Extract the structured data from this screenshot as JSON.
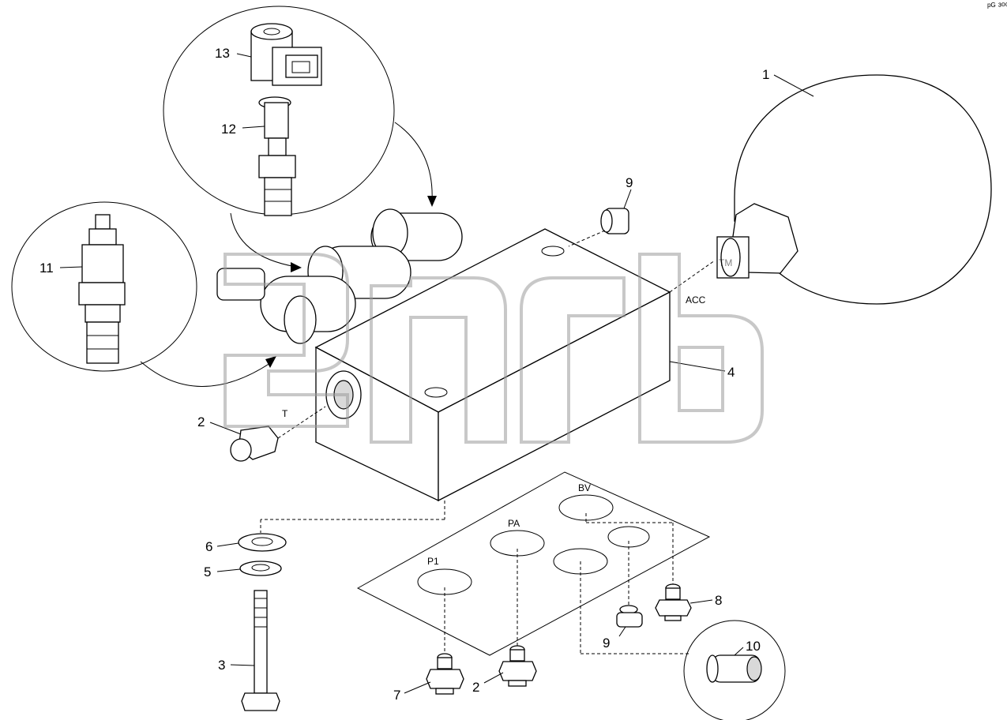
{
  "corner_code": "ᵖᴳ ³⁰⁰",
  "watermark": "₰ПГБ",
  "callouts": [
    "1",
    "2",
    "2",
    "3",
    "4",
    "5",
    "6",
    "7",
    "8",
    "9",
    "9",
    "10",
    "11",
    "12",
    "13"
  ],
  "ports": {
    "acc": "ACC",
    "t": "T",
    "bv": "BV",
    "pa": "PA",
    "p1": "P1"
  },
  "colors": {
    "lines": "#000000",
    "watermark": "#9a9a9a",
    "background": "#ffffff"
  }
}
